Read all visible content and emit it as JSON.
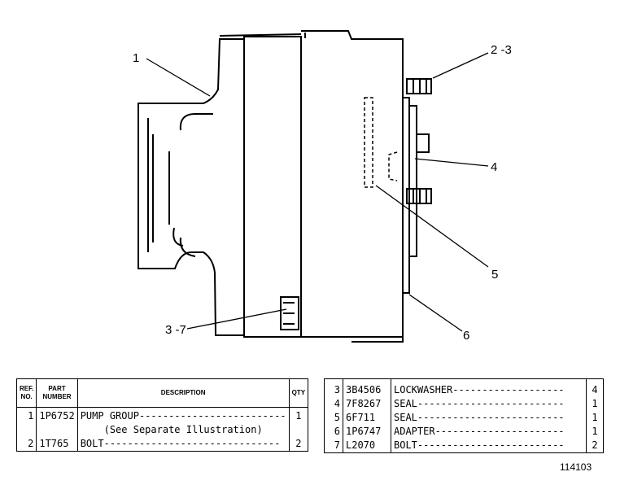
{
  "callouts": {
    "c1": "1",
    "c23": "2 -3",
    "c4": "4",
    "c5": "5",
    "c37": "3 -7",
    "c6": "6"
  },
  "table_left": {
    "headers": {
      "ref": "REF.\nNO.",
      "part": "PART\nNUMBER",
      "desc": "DESCRIPTION",
      "qty": "QTY"
    },
    "rows": [
      {
        "ref": "1",
        "part": "1P6752",
        "desc": "PUMP GROUP-------------------------",
        "qty": "1"
      },
      {
        "ref": "",
        "part": "",
        "desc": "    (See Separate Illustration)",
        "qty": ""
      },
      {
        "ref": "2",
        "part": "1T765",
        "desc": "BOLT------------------------------",
        "qty": "2"
      }
    ]
  },
  "table_right": {
    "rows": [
      {
        "ref": "3",
        "part": "3B4506",
        "desc": "LOCKWASHER-------------------",
        "qty": "4"
      },
      {
        "ref": "4",
        "part": "7F8267",
        "desc": "SEAL-------------------------",
        "qty": "1"
      },
      {
        "ref": "5",
        "part": "6F711",
        "desc": "SEAL-------------------------",
        "qty": "1"
      },
      {
        "ref": "6",
        "part": "1P6747",
        "desc": "ADAPTER----------------------",
        "qty": "1"
      },
      {
        "ref": "7",
        "part": "L2070",
        "desc": "BOLT-------------------------",
        "qty": "2"
      }
    ]
  },
  "figure_number": "114103"
}
